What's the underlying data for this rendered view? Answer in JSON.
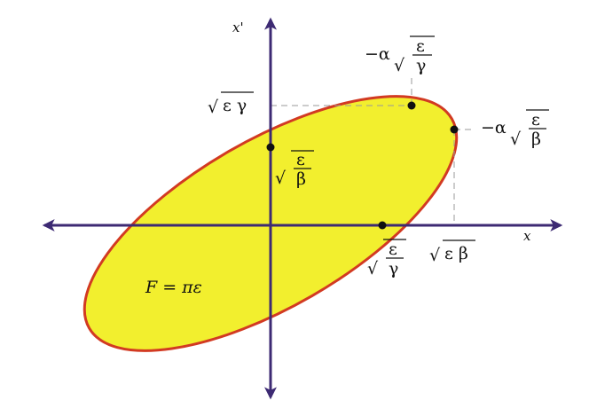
{
  "axes": {
    "x_label": "x",
    "y_label": "x'",
    "color": "#3d2a73"
  },
  "ellipse": {
    "fill": "#f2ef2e",
    "stroke": "#d23a22",
    "area_label": "F = πε"
  },
  "symbols": {
    "sqrt": "√",
    "epsilon": "ε",
    "gamma": "γ",
    "beta": "β",
    "minus_alpha": "−α"
  },
  "labels": {
    "sqrt_eps_gamma": "ε γ",
    "sqrt_eps_beta": "ε β"
  },
  "guide_color": "#9a9a9a",
  "point_color": "#111111"
}
